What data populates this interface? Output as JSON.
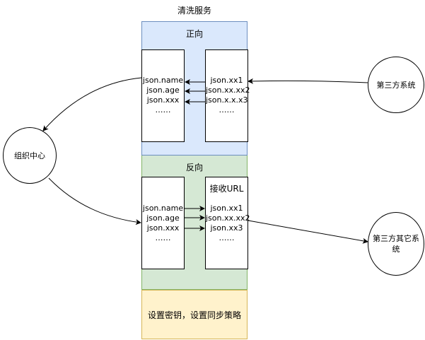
{
  "diagram": {
    "title": "清洗服务",
    "forward": {
      "label": "正向",
      "left_fields": [
        "json.name",
        "json.age",
        "json.xxx",
        "……"
      ],
      "right_fields": [
        "json.xx1",
        "json.xx.xx2",
        "json.x.x.x3",
        "……"
      ]
    },
    "reverse": {
      "label": "反向",
      "left_fields": [
        "json.name",
        "json.age",
        "json.xxx",
        "……"
      ],
      "right_header": "接收URL",
      "right_fields": [
        "json.xx1",
        "json.xx.xx2",
        "json.xx3",
        "……"
      ]
    },
    "settings": {
      "label": "设置密钥，设置同步策略"
    },
    "nodes": {
      "org_center": "组织中心",
      "third_party": "第三方系统",
      "third_party_other": "第三方其它系统"
    },
    "colors": {
      "forward_fill": "#dae8fc",
      "forward_border": "#6c8ebf",
      "reverse_fill": "#d5e8d4",
      "reverse_border": "#82b366",
      "settings_fill": "#fff2cc",
      "settings_border": "#d6b656"
    }
  }
}
